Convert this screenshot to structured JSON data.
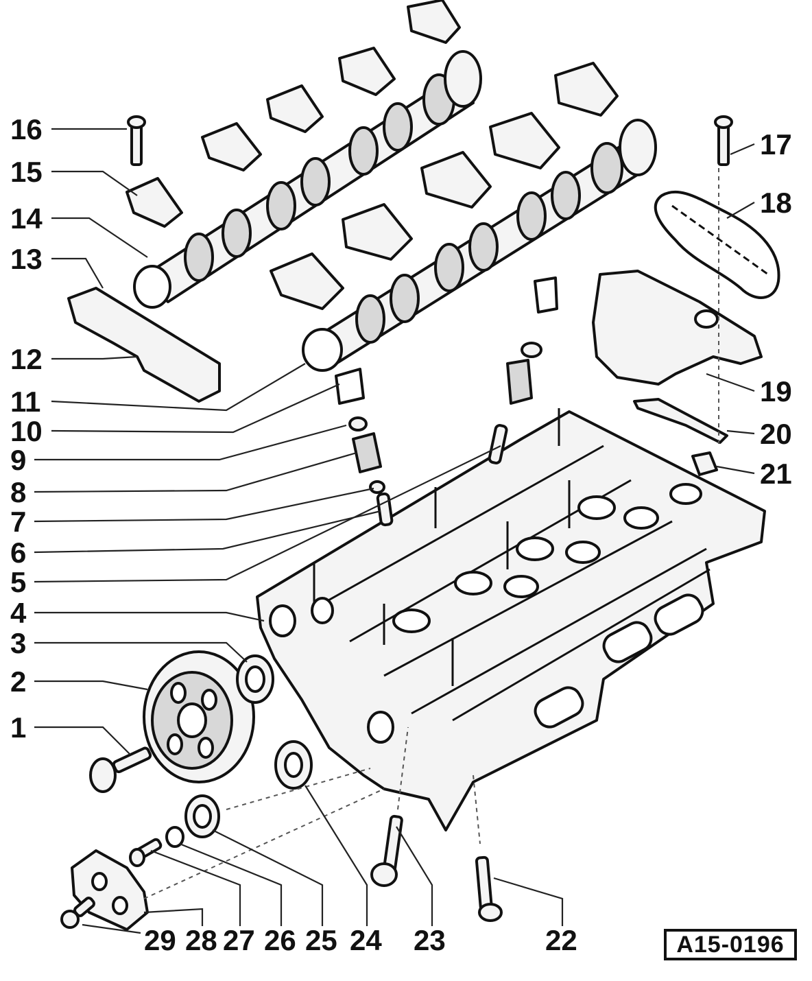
{
  "figure": {
    "reference_code": "A15-0196"
  },
  "callouts": [
    {
      "num": "1"
    },
    {
      "num": "2"
    },
    {
      "num": "3"
    },
    {
      "num": "4"
    },
    {
      "num": "5"
    },
    {
      "num": "6"
    },
    {
      "num": "7"
    },
    {
      "num": "8"
    },
    {
      "num": "9"
    },
    {
      "num": "10"
    },
    {
      "num": "11"
    },
    {
      "num": "12"
    },
    {
      "num": "13"
    },
    {
      "num": "14"
    },
    {
      "num": "15"
    },
    {
      "num": "16"
    },
    {
      "num": "17"
    },
    {
      "num": "18"
    },
    {
      "num": "19"
    },
    {
      "num": "20"
    },
    {
      "num": "21"
    },
    {
      "num": "22"
    },
    {
      "num": "23"
    },
    {
      "num": "24"
    },
    {
      "num": "25"
    },
    {
      "num": "26"
    },
    {
      "num": "27"
    },
    {
      "num": "28"
    },
    {
      "num": "29"
    }
  ]
}
